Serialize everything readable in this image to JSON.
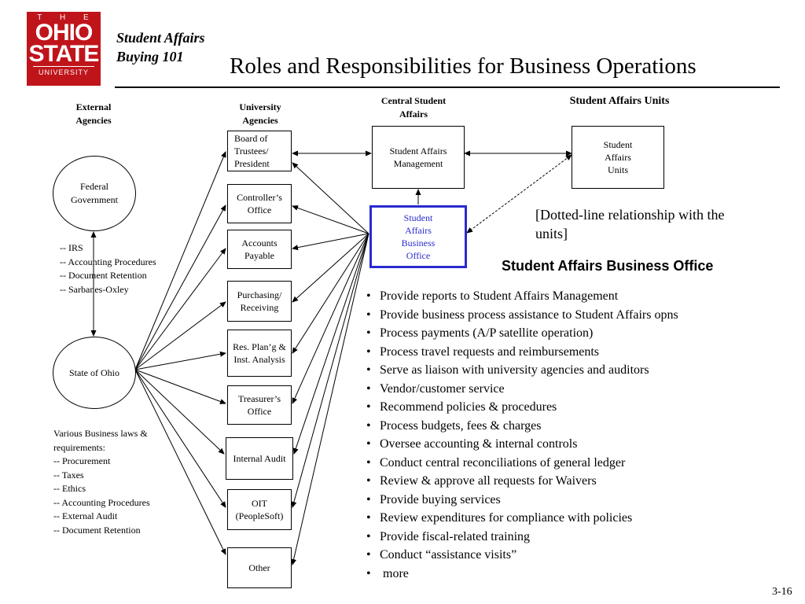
{
  "logo": {
    "the": "T H E",
    "ohio": "OHIO",
    "state": "STATE",
    "university": "UNIVERSITY"
  },
  "subtitle": {
    "line1": "Student Affairs",
    "line2": "Buying 101"
  },
  "title": "Roles and Responsibilities for Business Operations",
  "headers": {
    "external": "External Agencies",
    "university": "University Agencies",
    "central": "Central Student Affairs",
    "units": "Student Affairs Units"
  },
  "circles": {
    "federal": "Federal Government",
    "state": "State of Ohio"
  },
  "federal_notes": [
    "-- IRS",
    "-- Accounting Procedures",
    "-- Document Retention",
    "-- Sarbanes-Oxley"
  ],
  "state_notes": [
    "Various Business laws &",
    "requirements:",
    "-- Procurement",
    "-- Taxes",
    "-- Ethics",
    "-- Accounting Procedures",
    "-- External Audit",
    "-- Document Retention"
  ],
  "agencies": [
    {
      "label": "Board of Trustees/ President"
    },
    {
      "label": "Controller’s Office"
    },
    {
      "label": "Accounts Payable"
    },
    {
      "label": "Purchasing/ Receiving"
    },
    {
      "label": "Res. Plan’g & Inst. Analysis"
    },
    {
      "label": "Treasurer’s Office"
    },
    {
      "label": "Internal Audit"
    },
    {
      "label": "OIT (PeopleSoft)"
    },
    {
      "label": "Other"
    }
  ],
  "management_box": "Student Affairs Management",
  "units_box": "Student Affairs Units",
  "business_office_box": "Student Affairs Business Office",
  "dotted_note": "[Dotted-line relationship with the units]",
  "business_office_title": "Student Affairs Business Office",
  "responsibilities": [
    "Provide reports to Student Affairs Management",
    "Provide business process assistance to Student Affairs opns",
    "Process payments (A/P satellite operation)",
    "Process travel requests and reimbursements",
    "Serve as liaison with university agencies and auditors",
    "Vendor/customer service",
    "Recommend policies & procedures",
    "Process budgets, fees & charges",
    "Oversee accounting & internal controls",
    "Conduct central reconciliations of general ledger",
    "Review & approve all requests for Waivers",
    "Provide buying services",
    "Review expenditures for compliance with policies",
    "Provide fiscal-related training",
    "Conduct “assistance visits”",
    " more"
  ],
  "page_number": "3-16",
  "colors": {
    "osu_red": "#c0141b",
    "business_office_blue": "#2a2ad0"
  }
}
